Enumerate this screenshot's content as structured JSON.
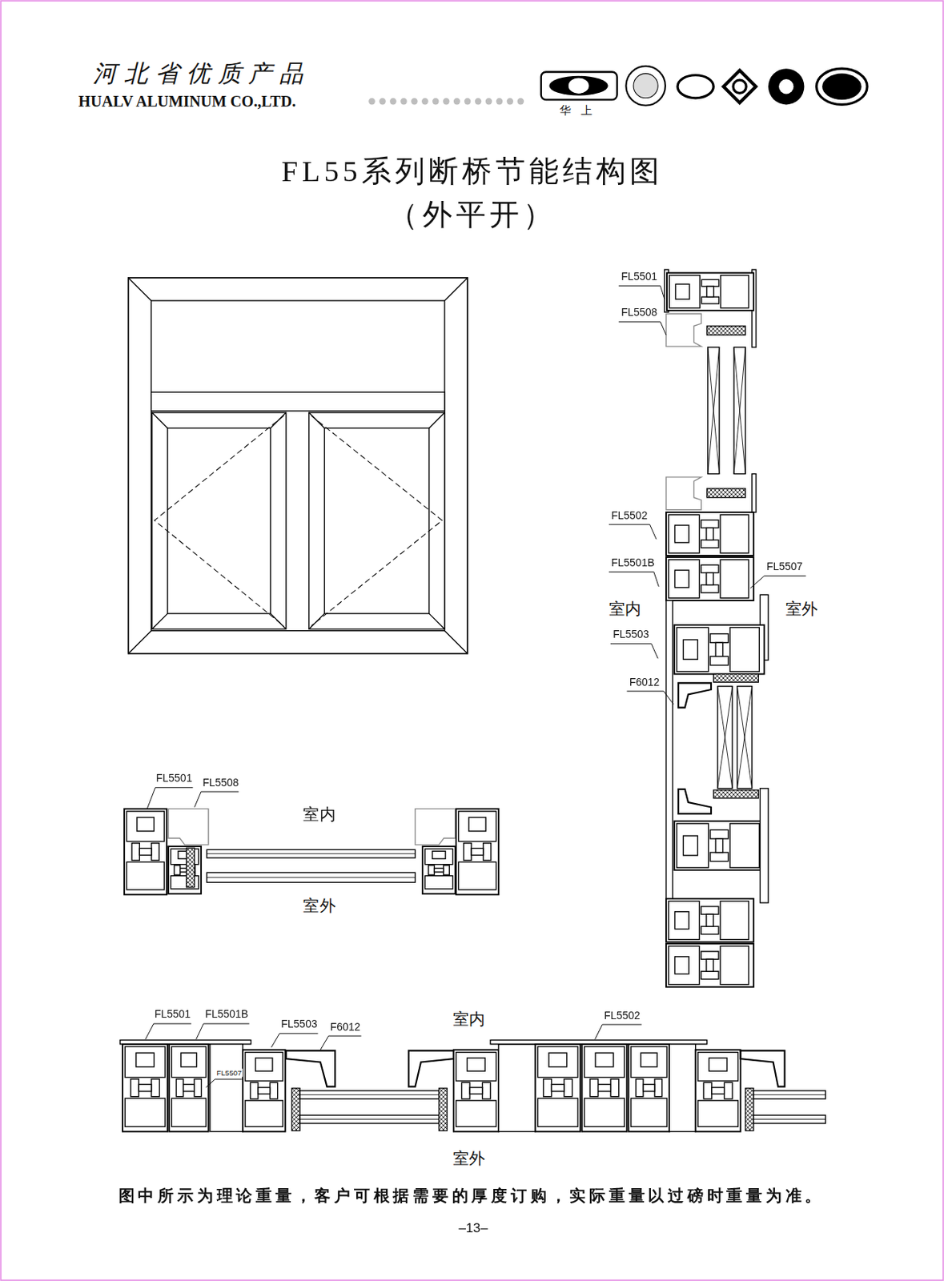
{
  "diagram": {
    "title": "FL55系列断桥节能结构图 （外平开）",
    "caption": "图中所示为理论重量，客户可根据需要的厚度订购，实际重量以过磅时重量为准。",
    "labels": [
      "河北省优质产品",
      "HUALV ALUMINUM CO.,LTD.",
      "华 上",
      "FL5501",
      "FL5508",
      "FL5502",
      "FL5501B",
      "FL5507",
      "室内",
      "室外",
      "FL5503",
      "F6012",
      "FL5501",
      "FL5508",
      "室内",
      "室外",
      "FL5501",
      "FL5501B",
      "FL5503",
      "F6012",
      "FL5507",
      "室内",
      "FL5502",
      "室外",
      "–13–"
    ]
  }
}
